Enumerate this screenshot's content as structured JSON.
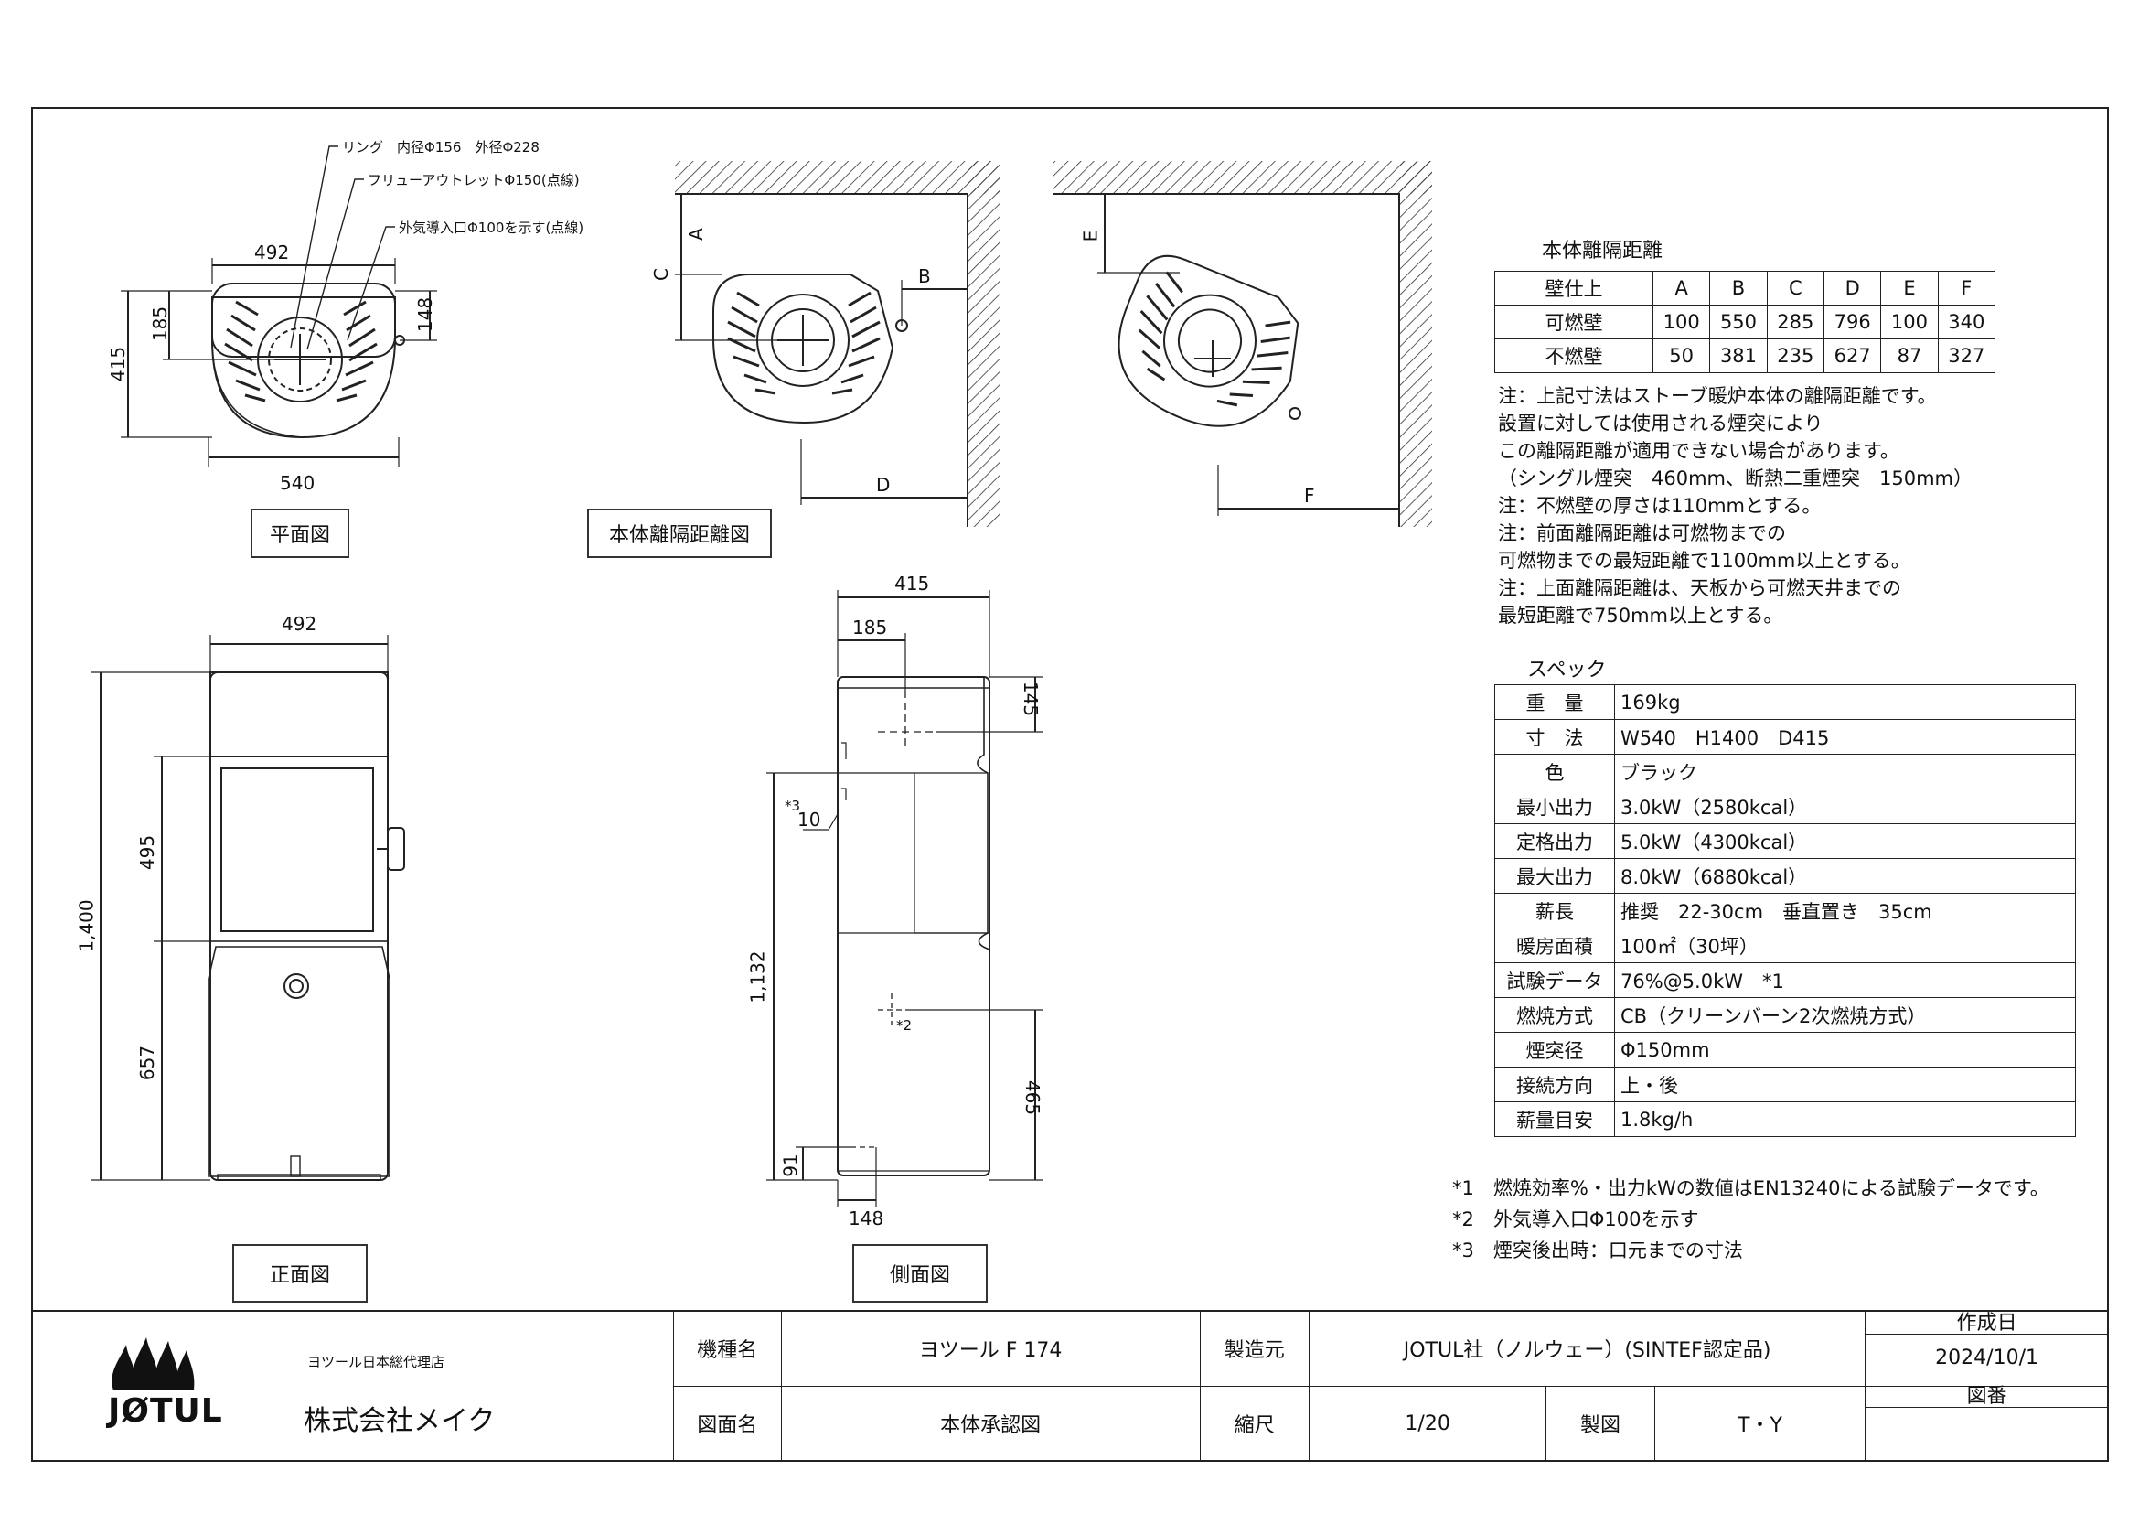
{
  "callouts": {
    "ring": "リング　内径Φ156　外径Φ228",
    "flue": "フリューアウトレットΦ150(点線)",
    "air": "外気導入口Φ100を示す(点線)"
  },
  "plan": {
    "title": "平面図",
    "dim_top": "492",
    "dim_bottom": "540",
    "dim_left_outer": "415",
    "dim_left_inner": "185",
    "dim_right": "148"
  },
  "clearance_diagram": {
    "title": "本体離隔距離図",
    "labels": [
      "A",
      "B",
      "C",
      "D",
      "E",
      "F"
    ]
  },
  "front": {
    "title": "正面図",
    "dim_width": "492",
    "dim_height": "1,400",
    "dim_upper": "495",
    "dim_lower": "657"
  },
  "side": {
    "title": "側面図",
    "dim_depth": "415",
    "dim_center": "185",
    "dim_top_offset": "145",
    "dim_rear_height": "1,132",
    "dim_rear_offset": "10",
    "note3_mark": "*3",
    "dim_air_height": "465",
    "note2_mark": "*2",
    "dim_bottom_height": "91",
    "dim_bottom_depth": "148"
  },
  "clearance_table": {
    "heading": "本体離隔距離",
    "headers": [
      "壁仕上",
      "A",
      "B",
      "C",
      "D",
      "E",
      "F"
    ],
    "rows": [
      [
        "可燃壁",
        "100",
        "550",
        "285",
        "796",
        "100",
        "340"
      ],
      [
        "不燃壁",
        "50",
        "381",
        "235",
        "627",
        "87",
        "327"
      ]
    ]
  },
  "notes": [
    "注：上記寸法はストーブ暖炉本体の離隔距離です。",
    "設置に対しては使用される煙突により",
    "この離隔距離が適用できない場合があります。",
    "（シングル煙突　460mm、断熱二重煙突　150mm）",
    "注：不燃壁の厚さは110mmとする。",
    "注：前面離隔距離は可燃物までの",
    "可燃物までの最短距離で1100mm以上とする。",
    "注：上面離隔距離は、天板から可燃天井までの",
    "最短距離で750mm以上とする。"
  ],
  "spec": {
    "heading": "スペック",
    "rows": [
      [
        "重　量",
        "169kg"
      ],
      [
        "寸　法",
        "W540　H1400　D415"
      ],
      [
        "色",
        "ブラック"
      ],
      [
        "最小出力",
        "3.0kW（2580kcal）"
      ],
      [
        "定格出力",
        "5.0kW（4300kcal）"
      ],
      [
        "最大出力",
        "8.0kW（6880kcal）"
      ],
      [
        "薪長",
        "推奨　22-30cm　垂直置き　35cm"
      ],
      [
        "暖房面積",
        "100㎡（30坪）"
      ],
      [
        "試験データ",
        "76%@5.0kW　*1"
      ],
      [
        "燃焼方式",
        "CB（クリーンバーン2次燃焼方式）"
      ],
      [
        "煙突径",
        "Φ150mm"
      ],
      [
        "接続方向",
        "上・後"
      ],
      [
        "薪量目安",
        "1.8kg/h"
      ]
    ]
  },
  "footnotes": [
    "*1　燃焼効率%・出力kWの数値はEN13240による試験データです。",
    "*2　外気導入口Φ100を示す",
    "*3　煙突後出時：口元までの寸法"
  ],
  "titleblock": {
    "agency": "ヨツール日本総代理店",
    "company": "株式会社メイク",
    "logo_text": "JØTUL",
    "model_label": "機種名",
    "model_value": "ヨツール F 174",
    "maker_label": "製造元",
    "maker_value": "JOTUL社（ノルウェー）(SINTEF認定品)",
    "created_label": "作成日",
    "created_value": "2024/10/1",
    "drawing_label": "図面名",
    "drawing_value": "本体承認図",
    "scale_label": "縮尺",
    "scale_value": "1/20",
    "drafter_label": "製図",
    "drafter_value": "T・Y",
    "number_label": "図番"
  }
}
